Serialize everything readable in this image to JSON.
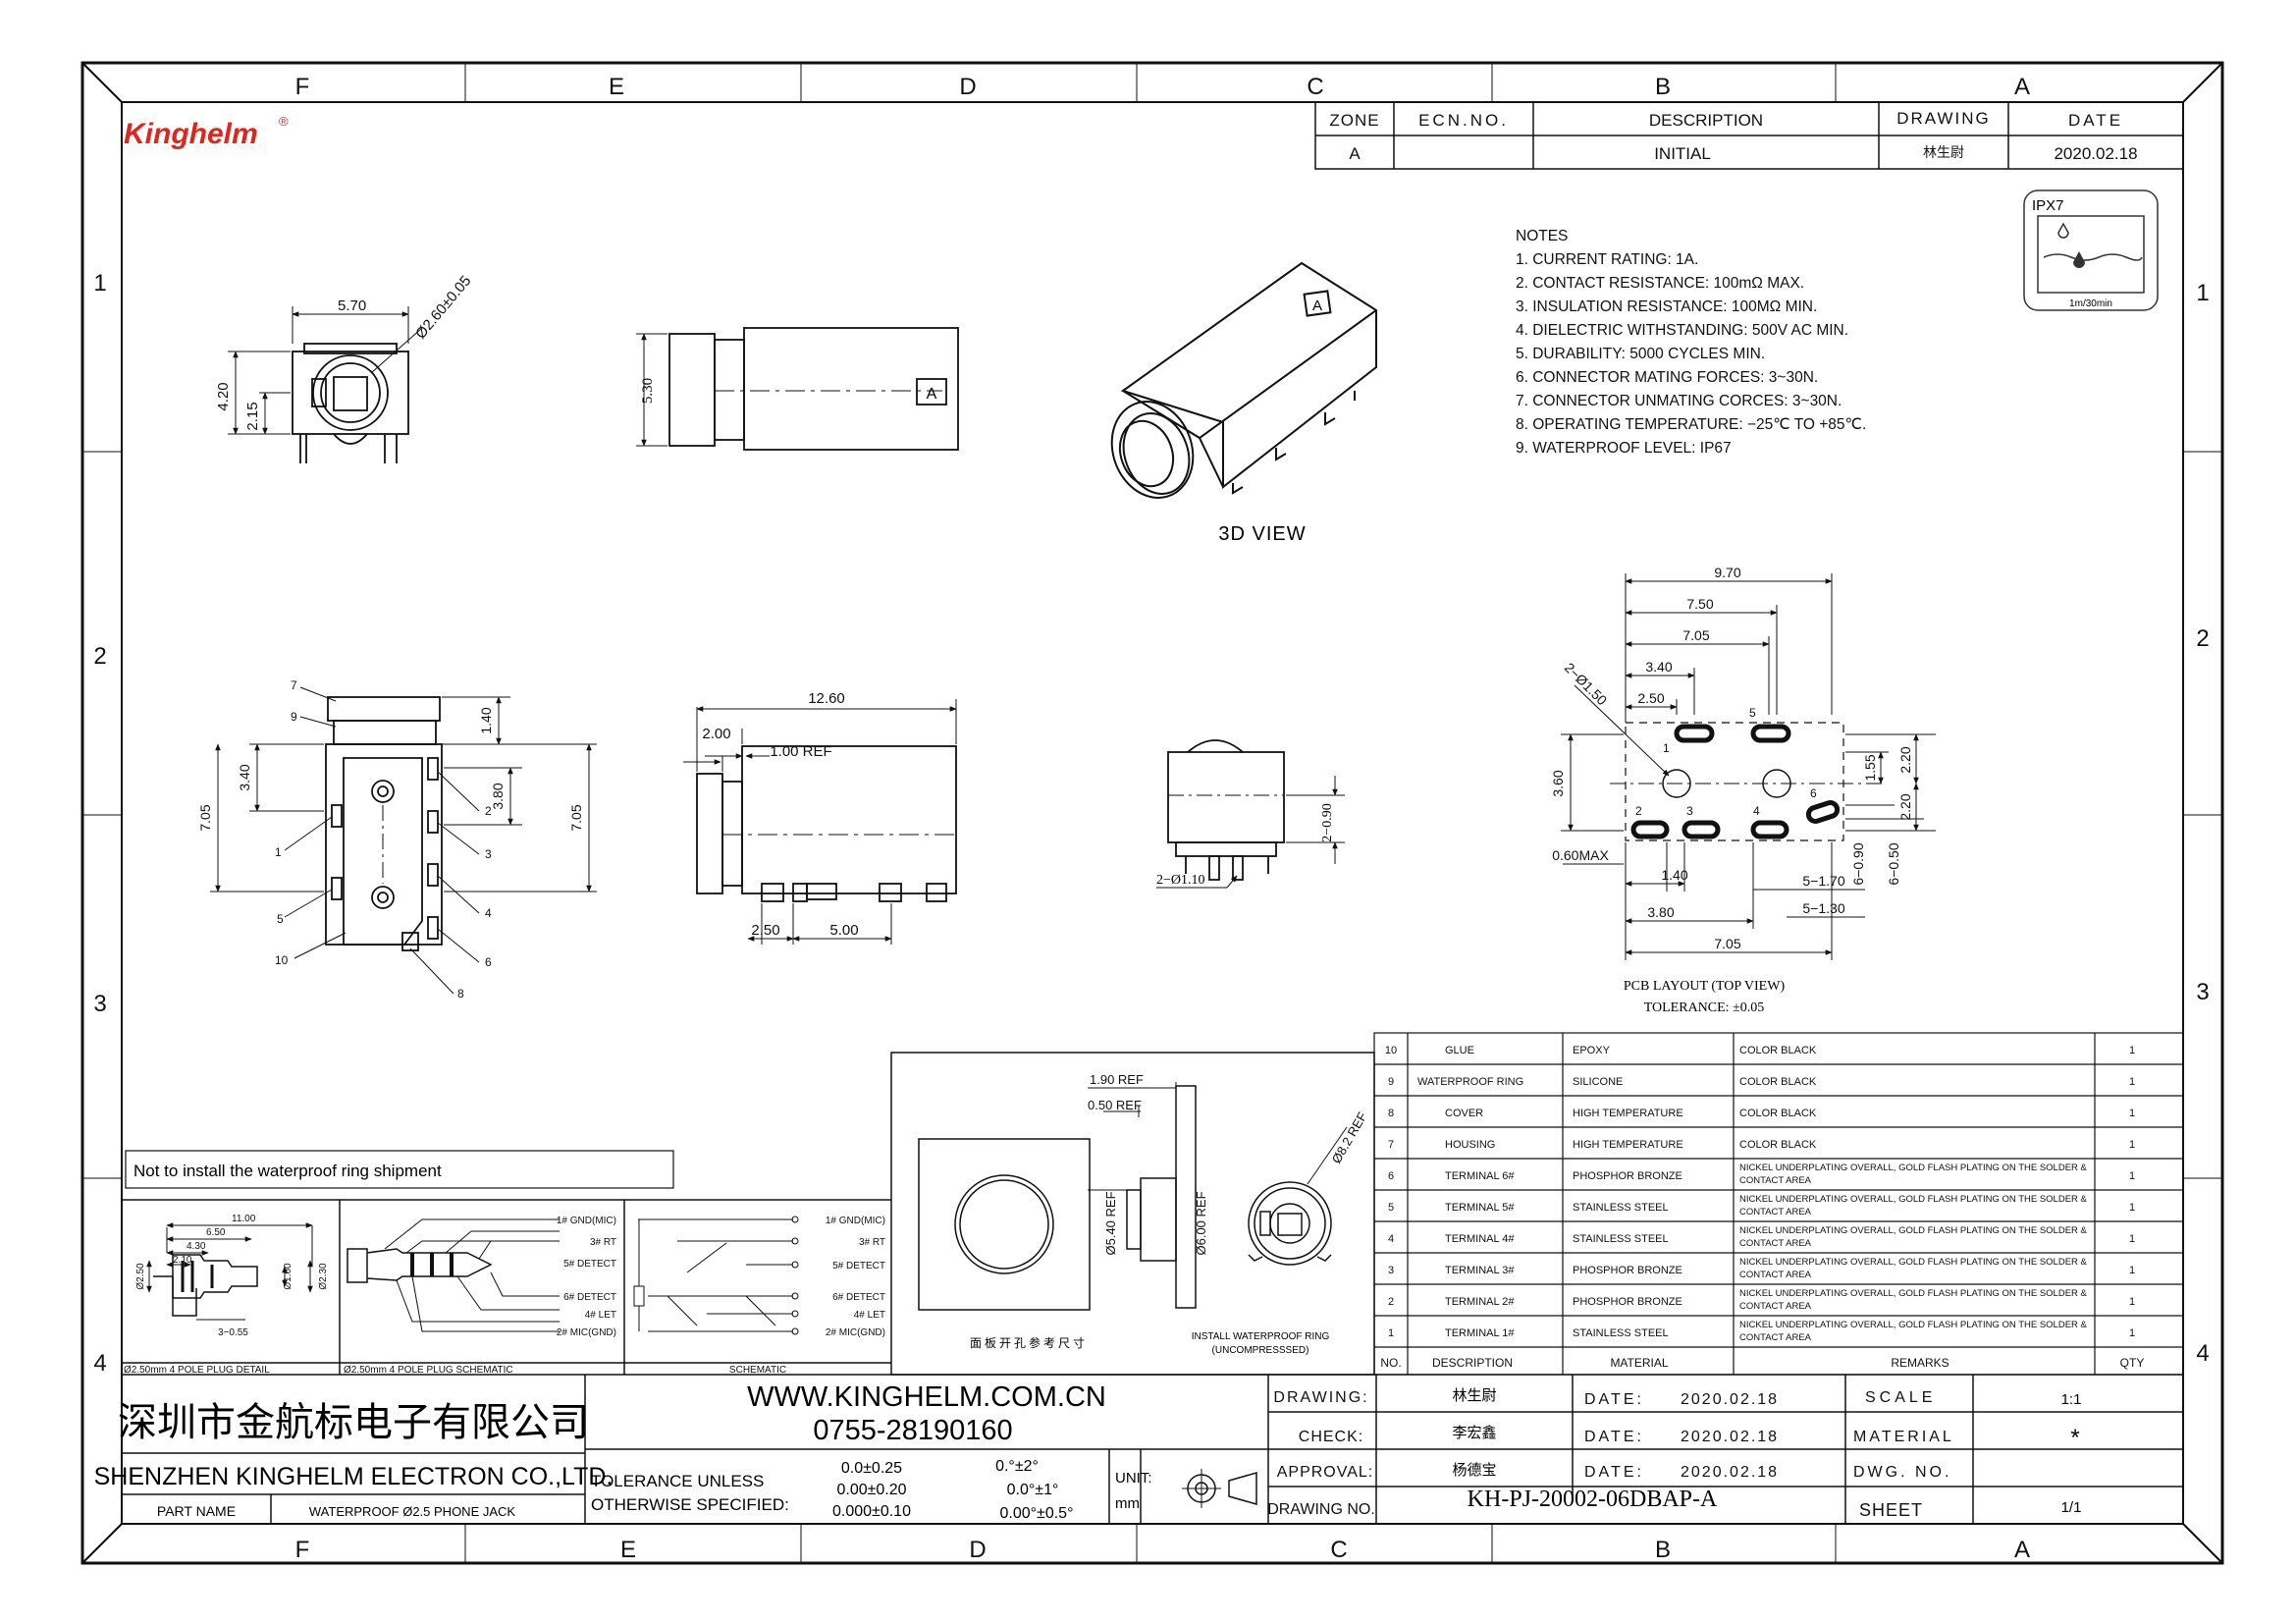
{
  "brand": {
    "logo": "Kinghelm",
    "registered": "®"
  },
  "border": {
    "columns": [
      "F",
      "E",
      "D",
      "C",
      "B",
      "A"
    ],
    "rows": [
      "1",
      "2",
      "3",
      "4"
    ]
  },
  "revision_table": {
    "headers": [
      "ZONE",
      "ECN.NO.",
      "DESCRIPTION",
      "DRAWING",
      "DATE"
    ],
    "row": [
      "A",
      "",
      "INITIAL",
      "林生尉",
      "2020.02.18"
    ]
  },
  "ipx": {
    "rating": "IPX7",
    "spec": "1m/30min"
  },
  "notes": {
    "title": "NOTES",
    "items": [
      "1. CURRENT RATING: 1A.",
      "2. CONTACT RESISTANCE: 100mΩ MAX.",
      "3. INSULATION RESISTANCE: 100MΩ MIN.",
      "4. DIELECTRIC WITHSTANDING: 500V AC MIN.",
      "5. DURABILITY: 5000 CYCLES MIN.",
      "6. CONNECTOR MATING FORCES: 3~30N.",
      "7. CONNECTOR UNMATING CORCES: 3~30N.",
      "8. OPERATING TEMPERATURE: −25℃ TO +85℃.",
      "9. WATERPROOF LEVEL: IP67"
    ]
  },
  "views": {
    "front": {
      "w": "5.70",
      "h": "4.20",
      "h2": "2.15",
      "dia": "Ø2.60±0.05"
    },
    "side": {
      "h": "5.30",
      "mark": "A"
    },
    "iso": {
      "label": "3D VIEW",
      "mark": "A"
    },
    "top": {
      "d1": "1.40",
      "d2": "3.40",
      "d3": "3.80",
      "d4": "7.05",
      "d5": "7.05",
      "callouts": [
        "7",
        "9",
        "1",
        "5",
        "10",
        "2",
        "3",
        "4",
        "6",
        "8"
      ]
    },
    "side2": {
      "len": "12.60",
      "d1": "2.00",
      "ref": "1.00 REF",
      "p1": "2.50",
      "p2": "5.00"
    },
    "end": {
      "pin": "2−0.90",
      "hole": "2−Ø1.10"
    },
    "pcb": {
      "dims": [
        "9.70",
        "7.50",
        "7.05",
        "3.40",
        "2.50",
        "2−Ø1.50",
        "3.60",
        "1.55",
        "2.20",
        "2.20",
        "0.60MAX",
        "1.40",
        "3.80",
        "7.05",
        "5−1.70",
        "5−1.30",
        "6−0.90",
        "6−0.50"
      ],
      "pads": [
        "1",
        "5",
        "2",
        "3",
        "4",
        "6"
      ],
      "title": "PCB LAYOUT (TOP VIEW)",
      "tolerance": "TOLERANCE: ±0.05"
    },
    "panel": {
      "r1": "1.90 REF",
      "r2": "0.50 REF",
      "r3": "Ø5.40 REF",
      "r4": "Ø6.00 REF",
      "r5": "Ø8.2 REF",
      "label_cn": "面板开孔参考尺寸",
      "label_install": "INSTALL WATERPROOF RING",
      "label_install2": "(UNCOMPRESSSED)"
    }
  },
  "shipment_note": "Not to install the waterproof ring shipment",
  "plug": {
    "detail": {
      "d1": "11.00",
      "d2": "6.50",
      "d3": "4.30",
      "d4": "2.10",
      "d5": "3−0.55",
      "dia1": "Ø2.50",
      "dia2": "Ø1.60",
      "dia3": "Ø2.30",
      "caption": "Ø2.50mm 4 POLE PLUG DETAIL"
    },
    "schematic_caption": "Ø2.50mm 4 POLE PLUG SCHEMATIC",
    "schematic2_caption": "SCHEMATIC",
    "pins": [
      "1# GND(MIC)",
      "3# RT",
      "5# DETECT",
      "6# DETECT",
      "4# LET",
      "2# MIC(GND)"
    ]
  },
  "bom": {
    "headers": [
      "NO.",
      "DESCRIPTION",
      "MATERIAL",
      "REMARKS",
      "QTY"
    ],
    "rows": [
      [
        "10",
        "GLUE",
        "EPOXY",
        "COLOR BLACK",
        "1"
      ],
      [
        "9",
        "WATERPROOF RING",
        "SILICONE",
        "COLOR BLACK",
        "1"
      ],
      [
        "8",
        "COVER",
        "HIGH TEMPERATURE",
        "COLOR BLACK",
        "1"
      ],
      [
        "7",
        "HOUSING",
        "HIGH TEMPERATURE",
        "COLOR BLACK",
        "1"
      ],
      [
        "6",
        "TERMINAL 6#",
        "PHOSPHOR BRONZE",
        "NICKEL UNDERPLATING OVERALL, GOLD FLASH PLATING ON THE SOLDER & CONTACT AREA",
        "1"
      ],
      [
        "5",
        "TERMINAL 5#",
        "STAINLESS STEEL",
        "NICKEL UNDERPLATING OVERALL, GOLD FLASH PLATING ON THE SOLDER & CONTACT AREA",
        "1"
      ],
      [
        "4",
        "TERMINAL 4#",
        "STAINLESS STEEL",
        "NICKEL UNDERPLATING OVERALL, GOLD FLASH PLATING ON THE SOLDER & CONTACT AREA",
        "1"
      ],
      [
        "3",
        "TERMINAL 3#",
        "PHOSPHOR BRONZE",
        "NICKEL UNDERPLATING OVERALL, GOLD FLASH PLATING ON THE SOLDER & CONTACT AREA",
        "1"
      ],
      [
        "2",
        "TERMINAL 2#",
        "PHOSPHOR BRONZE",
        "NICKEL UNDERPLATING OVERALL, GOLD FLASH PLATING ON THE SOLDER & CONTACT AREA",
        "1"
      ],
      [
        "1",
        "TERMINAL 1#",
        "STAINLESS STEEL",
        "NICKEL UNDERPLATING OVERALL, GOLD FLASH PLATING ON THE SOLDER & CONTACT AREA",
        "1"
      ]
    ]
  },
  "title_block": {
    "company_cn": "深圳市金航标电子有限公司",
    "company_en": "SHENZHEN KINGHELM ELECTRON CO.,LTD.",
    "website": "WWW.KINGHELM.COM.CN",
    "phone": "0755-28190160",
    "part_name_label": "PART NAME",
    "part_name": "WATERPROOF Ø2.5 PHONE JACK",
    "tol_label1": "TOLERANCE UNLESS",
    "tol_label2": "OTHERWISE SPECIFIED:",
    "tol_lin": [
      "0.0±0.25",
      "0.00±0.20",
      "0.000±0.10"
    ],
    "tol_ang": [
      "0.°±2°",
      "0.0°±1°",
      "0.00°±0.5°"
    ],
    "unit_label": "UNIT:",
    "unit": "mm",
    "drawing_label": "DRAWING:",
    "drawing_by": "林生尉",
    "check_label": "CHECK:",
    "check_by": "李宏鑫",
    "approval_label": "APPROVAL:",
    "approval_by": "杨德宝",
    "drawing_no_label": "DRAWING NO.",
    "drawing_no": "KH-PJ-20002-06DBAP-A",
    "date_label": "DATE:",
    "date1": "2020.02.18",
    "date2": "2020.02.18",
    "date3": "2020.02.18",
    "scale_label": "SCALE",
    "scale": "1:1",
    "material_label": "MATERIAL",
    "material": "*",
    "dwg_no_label": "DWG. NO.",
    "sheet_label": "SHEET",
    "sheet": "1/1"
  }
}
